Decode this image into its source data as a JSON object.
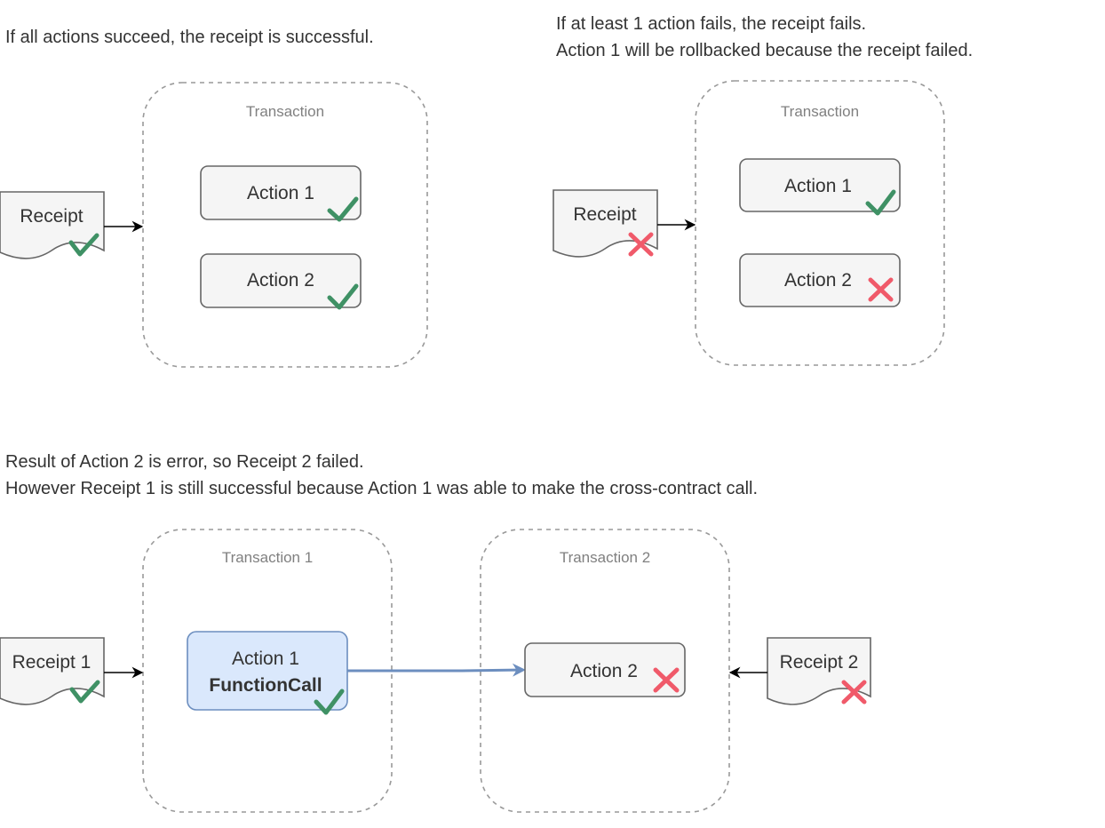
{
  "colors": {
    "success": "#3f9165",
    "failure": "#f05a6a",
    "highlight_fill": "#dae8fc",
    "highlight_stroke": "#6c8ebf"
  },
  "panel1": {
    "caption": "If all actions succeed, the receipt is successful.",
    "transaction_label": "Transaction",
    "receipt_label": "Receipt",
    "receipt_status": "check-icon",
    "actions": [
      {
        "label": "Action 1",
        "status": "check-icon"
      },
      {
        "label": "Action 2",
        "status": "check-icon"
      }
    ]
  },
  "panel2": {
    "caption_line1": "If at least 1 action fails, the receipt fails.",
    "caption_line2": "Action 1 will be rollbacked because the receipt failed.",
    "transaction_label": "Transaction",
    "receipt_label": "Receipt",
    "receipt_status": "cross-icon",
    "actions": [
      {
        "label": "Action 1",
        "status": "check-icon"
      },
      {
        "label": "Action 2",
        "status": "cross-icon"
      }
    ]
  },
  "panel3": {
    "caption_line1": "Result of Action 2 is error, so Receipt 2 failed.",
    "caption_line2": "However Receipt 1 is still successful because Action 1 was able to make the cross-contract call.",
    "transaction1_label": "Transaction 1",
    "transaction2_label": "Transaction 2",
    "receipt1_label": "Receipt 1",
    "receipt2_label": "Receipt 2",
    "action1_label": "Action 1",
    "action1_sublabel": "FunctionCall",
    "action2_label": "Action 2"
  }
}
